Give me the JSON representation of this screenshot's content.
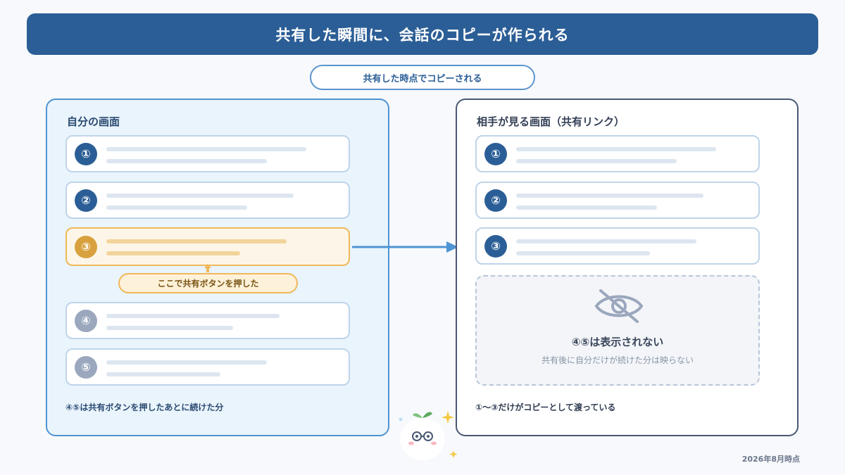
{
  "title": "共有した瞬間に、会話のコピーが作られる",
  "subtitle": "共有した時点でコピーされる",
  "left_panel": {
    "title": "自分の画面",
    "messages": [
      {
        "num": "①",
        "state": "normal"
      },
      {
        "num": "②",
        "state": "normal"
      },
      {
        "num": "③",
        "state": "highlight"
      },
      {
        "num": "④",
        "state": "after"
      },
      {
        "num": "⑤",
        "state": "after"
      }
    ],
    "annotation": "ここで共有ボタンを押した",
    "footnote": "④⑤は共有ボタンを押したあとに続けた分"
  },
  "right_panel": {
    "title": "相手が見る画面（共有リンク）",
    "messages": [
      {
        "num": "①"
      },
      {
        "num": "②"
      },
      {
        "num": "③"
      }
    ],
    "hidden_title": "④⑤は表示されない",
    "hidden_sub": "共有後に自分だけが続けた分は映らない",
    "footnote": "①〜③だけがコピーとして渡っている"
  },
  "date": "2026年8月時点",
  "colors": {
    "primary": "#2b5e96",
    "accent_blue": "#4f94d3",
    "highlight": "#f0b85a",
    "muted": "#9aa7bd"
  },
  "icons": [
    "arrow-right-icon",
    "arrow-up-icon",
    "eye-slash-icon",
    "mascot-icon",
    "sparkle-icon"
  ]
}
